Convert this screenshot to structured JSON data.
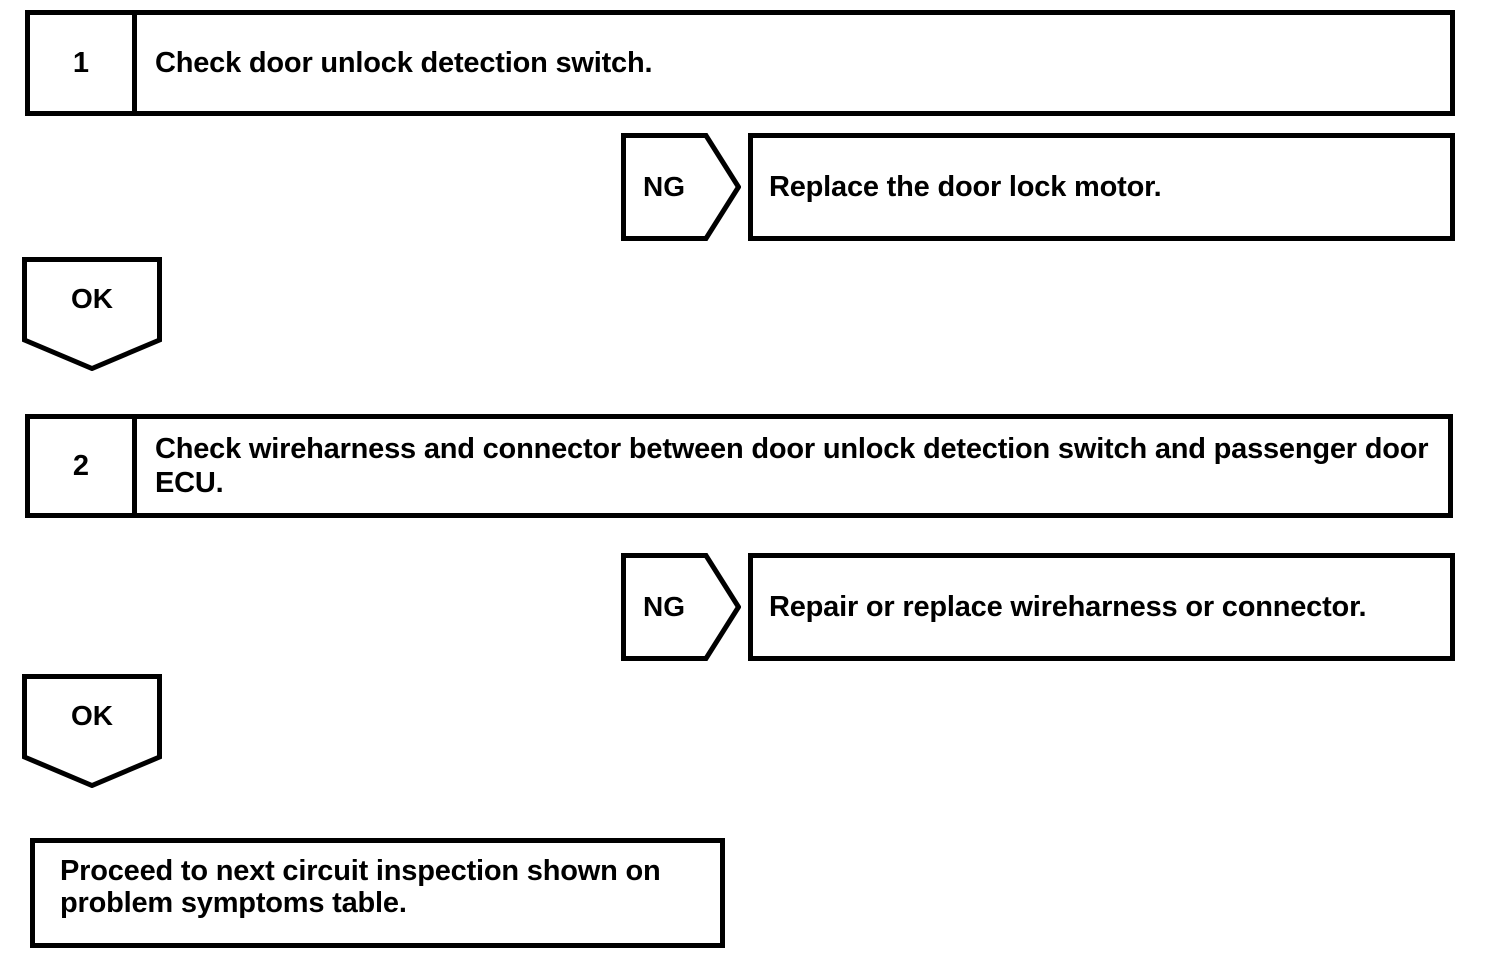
{
  "diagram": {
    "type": "troubleshooting-flowchart",
    "line_color": "#000000",
    "background_color": "#ffffff",
    "steps": [
      {
        "number": "1",
        "text": "Check door unlock detection switch.",
        "fail_label": "NG",
        "fail_action": "Replace the door lock motor.",
        "pass_label": "OK"
      },
      {
        "number": "2",
        "text": "Check wireharness and connector between door unlock detection switch and passenger door ECU.",
        "fail_label": "NG",
        "fail_action": "Repair or replace wireharness or connector.",
        "pass_label": "OK"
      }
    ],
    "final": {
      "line1": "Proceed to next circuit inspection shown on",
      "line2": "problem symptoms table."
    }
  }
}
